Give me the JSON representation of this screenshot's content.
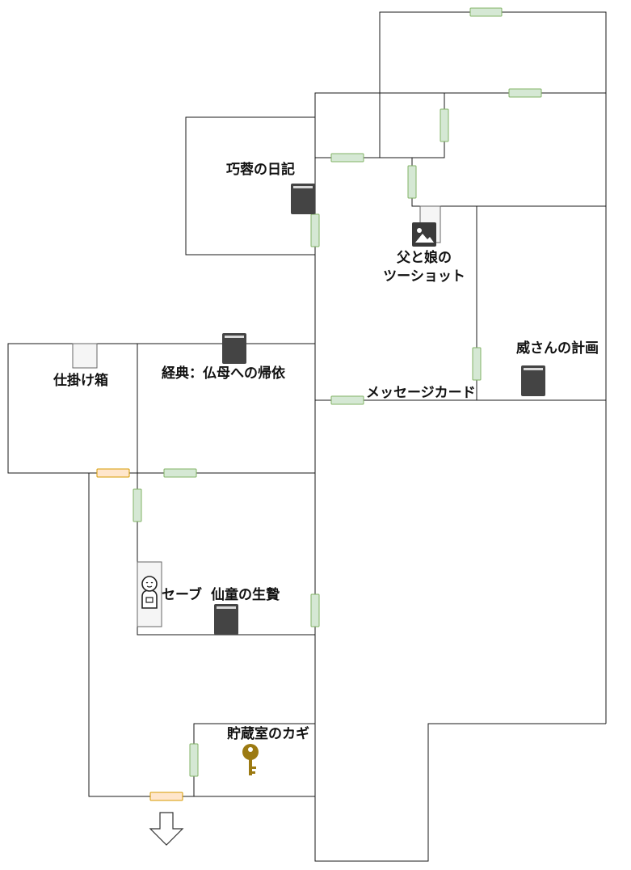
{
  "labels": {
    "diary": "巧蓉の日記",
    "photo_line1": "父と娘の",
    "photo_line2": "ツーショット",
    "plan": "威さんの計画",
    "sutra": "経典：仏母への帰依",
    "message_card": "メッセージカード",
    "trick_box": "仕掛け箱",
    "save": "セーブ",
    "offering": "仙童の生贄",
    "storage_key": "貯蔵室のカギ"
  },
  "icons": {
    "book": "book-icon",
    "photo": "image-icon",
    "key": "key-icon",
    "statue": "jizo-statue-icon",
    "exit": "down-arrow-icon"
  },
  "colors": {
    "door": "#d5e8d4",
    "door_border": "#82b366",
    "locked_door": "#ffe6cc",
    "locked_door_border": "#d79b00",
    "item": "#444444",
    "key": "#9c7a12"
  }
}
